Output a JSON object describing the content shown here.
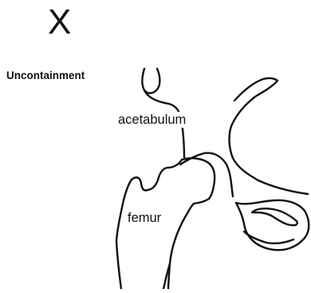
{
  "panel_letter": "X",
  "labels": {
    "uncontainment": "Uncontainment",
    "acetabulum": "acetabulum",
    "femur": "femur"
  }
}
